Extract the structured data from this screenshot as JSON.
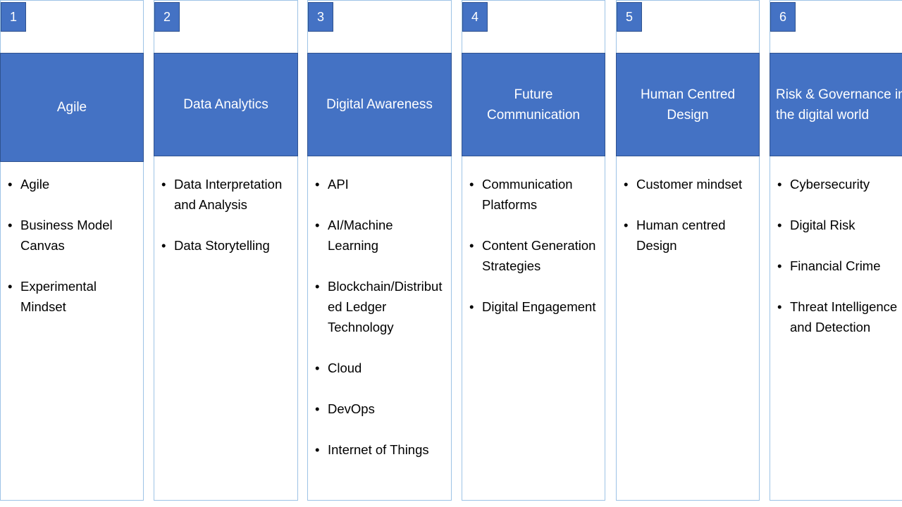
{
  "columns": [
    {
      "number": "1",
      "title": "Agile",
      "items": [
        "Agile",
        "Business Model Canvas",
        "Experimental Mindset"
      ]
    },
    {
      "number": "2",
      "title": "Data Analytics",
      "items": [
        "Data Interpretation and Analysis",
        "Data Storytelling"
      ]
    },
    {
      "number": "3",
      "title": "Digital Awareness",
      "items": [
        "API",
        "AI/Machine Learning",
        "Blockchain/Distributed Ledger Technology",
        "Cloud",
        "DevOps",
        "Internet of Things"
      ]
    },
    {
      "number": "4",
      "title": "Future Communication",
      "items": [
        "Communication Platforms",
        "Content Generation Strategies",
        "Digital Engagement"
      ]
    },
    {
      "number": "5",
      "title": "Human Centred Design",
      "items": [
        "Customer mindset",
        "Human centred Design"
      ]
    },
    {
      "number": "6",
      "title": "Risk & Governance in the digital world",
      "items": [
        "Cybersecurity",
        "Digital Risk",
        "Financial Crime",
        "Threat Intelligence and Detection"
      ]
    }
  ],
  "colors": {
    "header": "#4472c4",
    "border": "#9dc3e6"
  }
}
